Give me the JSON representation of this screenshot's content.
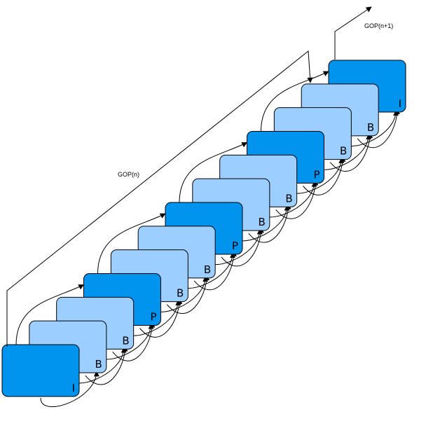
{
  "gop_current": {
    "label": "GOP(n)"
  },
  "gop_next": {
    "label": "GOP(n+1)"
  },
  "frames": [
    {
      "type": "I",
      "fill": "#0094ef"
    },
    {
      "type": "B",
      "fill": "#9ccfff"
    },
    {
      "type": "B",
      "fill": "#9ccfff"
    },
    {
      "type": "P",
      "fill": "#0094ef"
    },
    {
      "type": "B",
      "fill": "#9ccfff"
    },
    {
      "type": "B",
      "fill": "#9ccfff"
    },
    {
      "type": "P",
      "fill": "#0094ef"
    },
    {
      "type": "B",
      "fill": "#9ccfff"
    },
    {
      "type": "B",
      "fill": "#9ccfff"
    },
    {
      "type": "P",
      "fill": "#0094ef"
    },
    {
      "type": "B",
      "fill": "#9ccfff"
    },
    {
      "type": "B",
      "fill": "#9ccfff"
    },
    {
      "type": "I",
      "fill": "#0094ef"
    }
  ]
}
